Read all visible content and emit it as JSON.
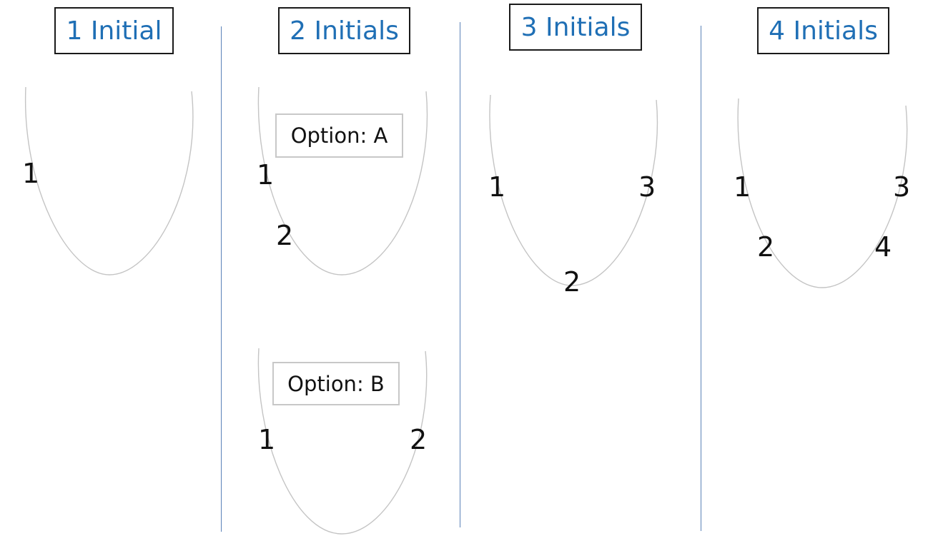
{
  "columns": [
    {
      "title": "1 Initial",
      "layouts": [
        {
          "positions": [
            "1"
          ]
        }
      ]
    },
    {
      "title": "2 Initials",
      "layouts": [
        {
          "option": "Option: A",
          "positions": [
            "1",
            "2"
          ]
        },
        {
          "option": "Option: B",
          "positions": [
            "1",
            "2"
          ]
        }
      ]
    },
    {
      "title": "3 Initials",
      "layouts": [
        {
          "positions": [
            "1",
            "2",
            "3"
          ]
        }
      ]
    },
    {
      "title": "4 Initials",
      "layouts": [
        {
          "positions": [
            "1",
            "2",
            "3",
            "4"
          ]
        }
      ]
    }
  ],
  "colors": {
    "title_text": "#1f6fb5",
    "title_border": "#1a1a1a",
    "divider": "#5b82b8",
    "curve": "#c4c4c4",
    "option_border": "#c8c8c8"
  }
}
